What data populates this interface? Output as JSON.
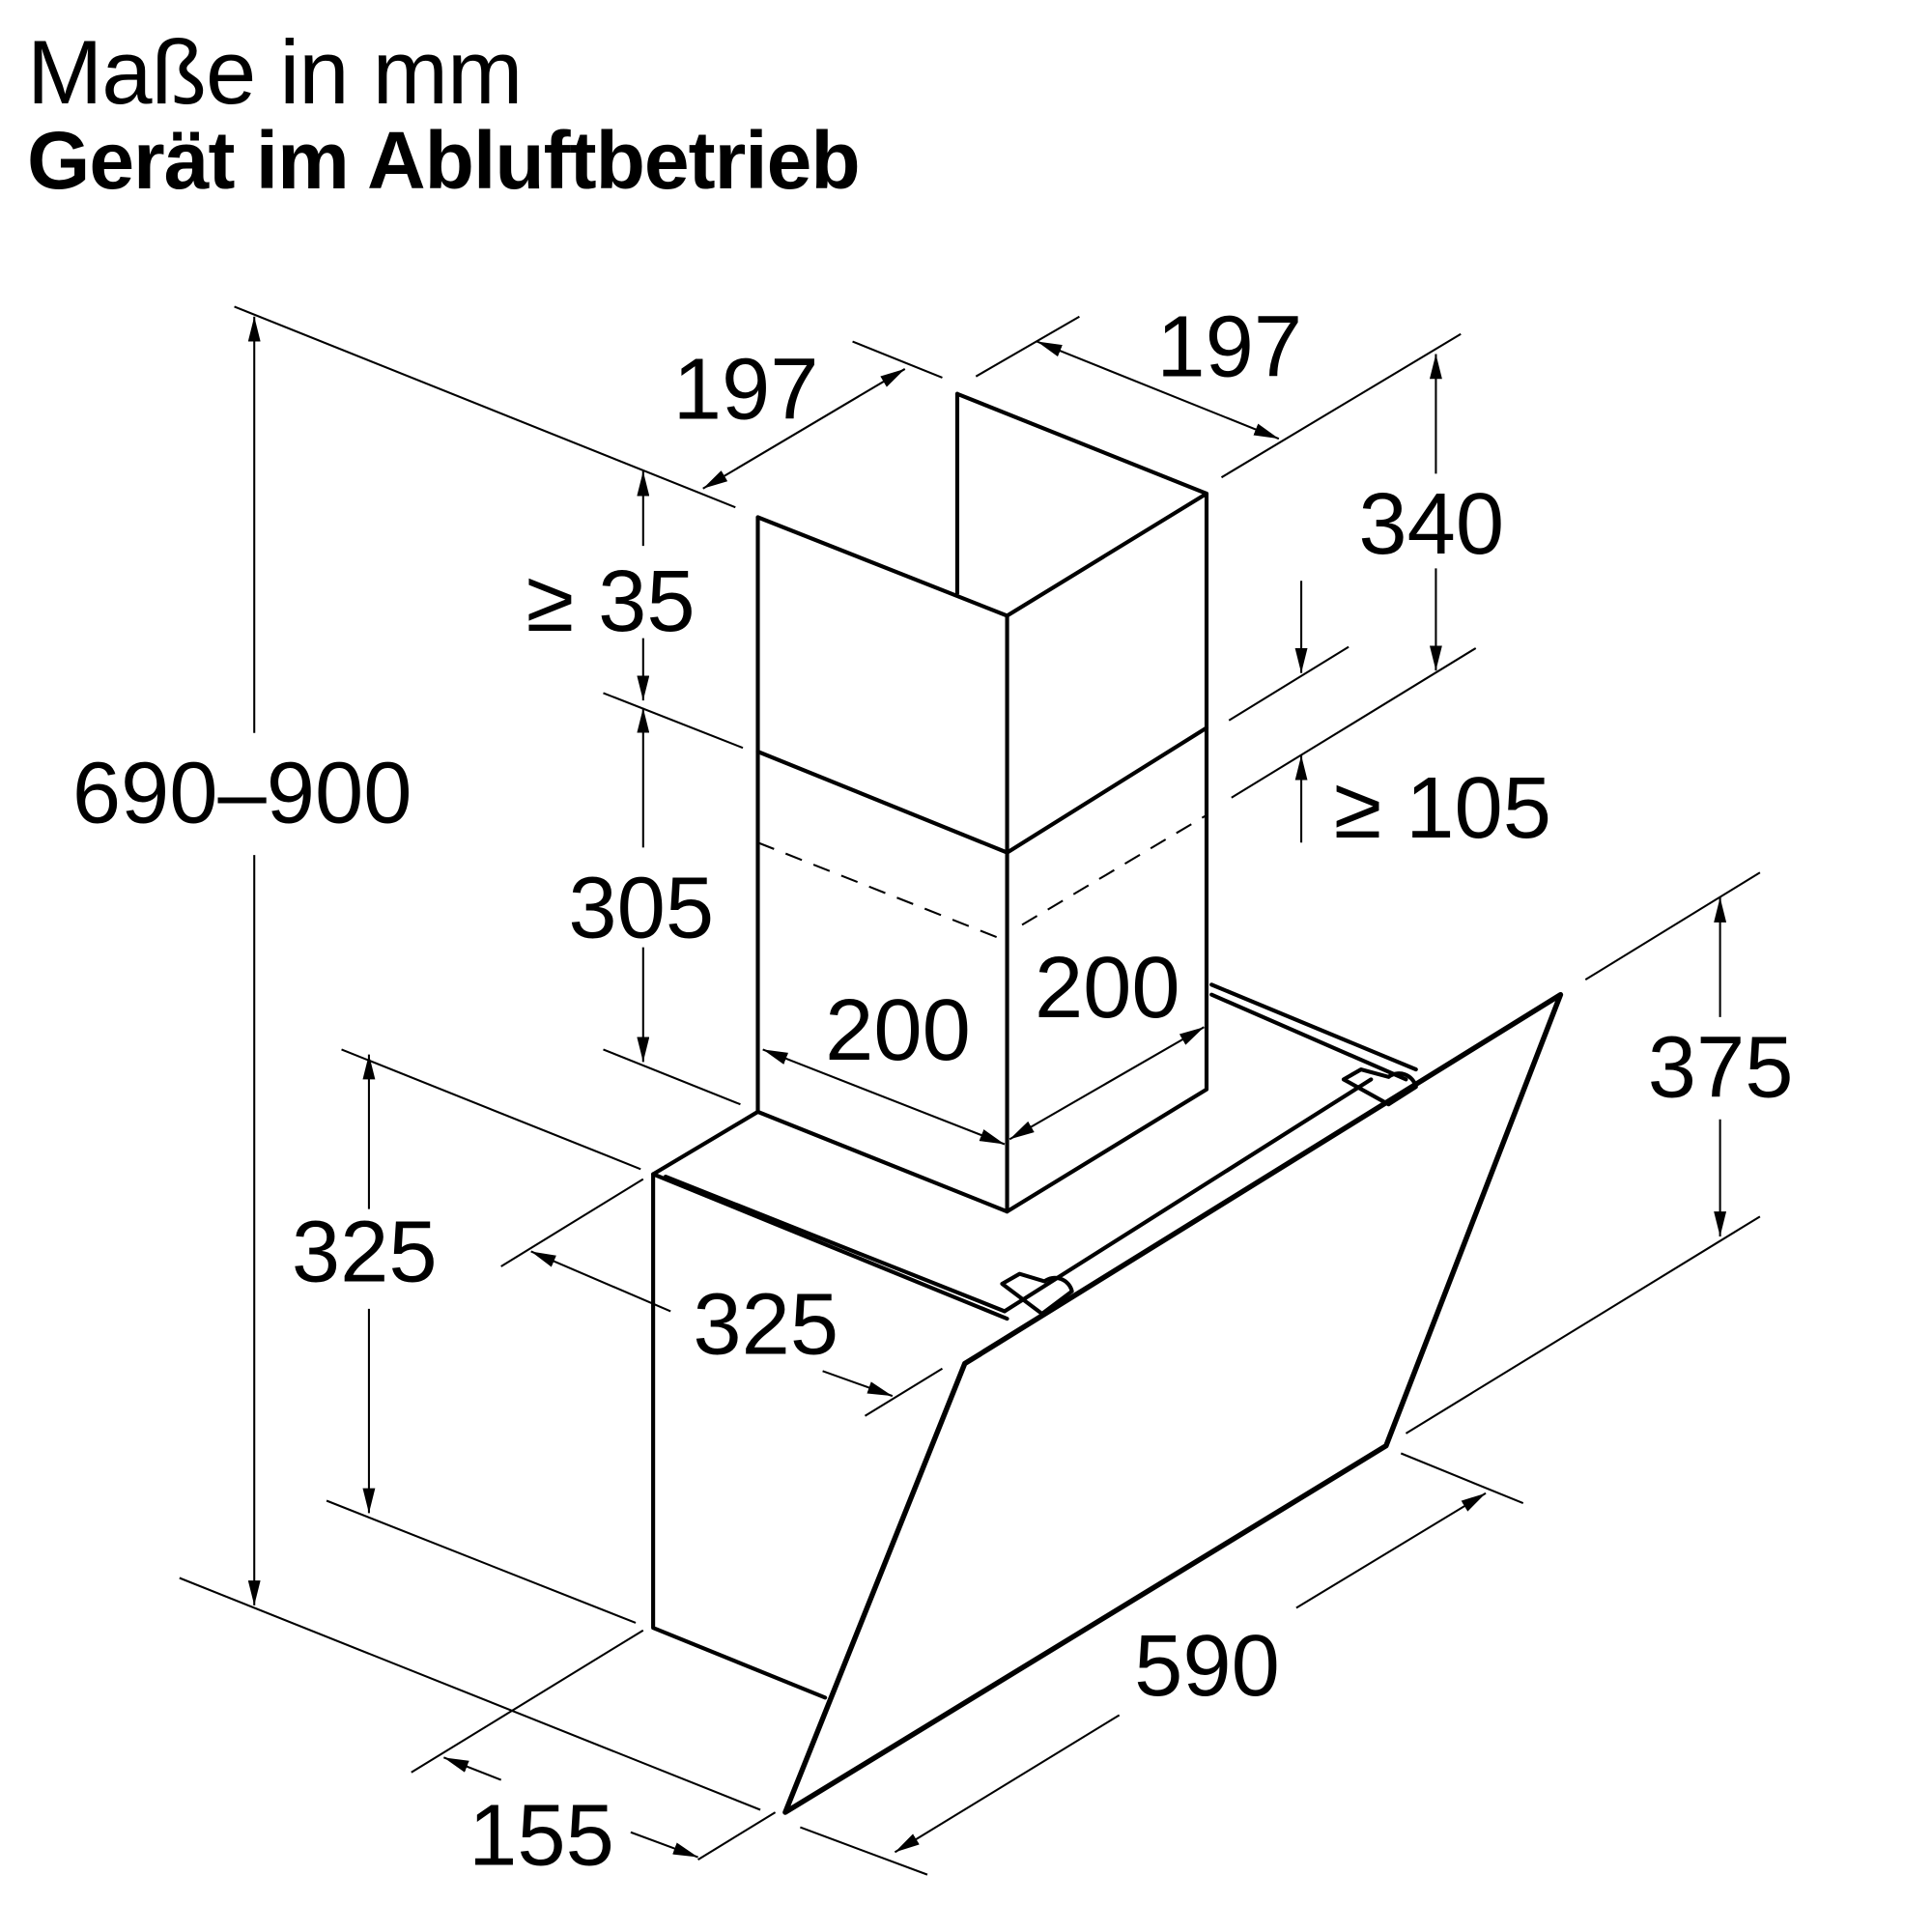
{
  "header": {
    "title": "Maße in mm",
    "subtitle": "Gerät im Abluftbetrieb"
  },
  "dimensions": {
    "chimney_width_left": "197",
    "chimney_width_right": "197",
    "chimney_upper_height": "340",
    "ceiling_gap_min": "≥ 35",
    "overlap_min": "≥ 105",
    "total_height_range": "690–900",
    "chimney_lower_height": "305",
    "duct_width_left": "200",
    "duct_width_right": "200",
    "glass_height": "375",
    "body_height": "325",
    "body_depth": "325",
    "appliance_width": "590",
    "glass_projection": "155"
  },
  "colors": {
    "line": "#000000",
    "background": "#ffffff"
  }
}
